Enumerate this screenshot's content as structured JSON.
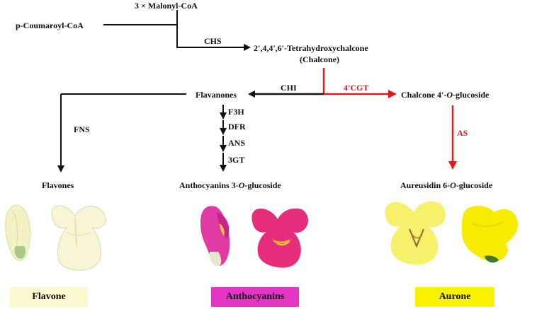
{
  "compounds": {
    "malonyl": "3 × Malonyl-CoA",
    "coumaroyl": "p-Coumaroyl-CoA",
    "chalcone_line1": "2',4,4',6'-Tetrahydroxychalcone",
    "chalcone_line2": "(Chalcone)",
    "flavanones": "Flavanones",
    "chalcone_glucoside_a": "Chalcone 4'-",
    "chalcone_glucoside_o": "O",
    "chalcone_glucoside_b": "-glucoside",
    "flavones": "Flavones",
    "antho_a": "Anthocyanins 3-",
    "antho_o": "O",
    "antho_b": "-glucoside",
    "aureusidin_a": "Aureusidin 6-",
    "aureusidin_o": "O",
    "aureusidin_b": "-glucoside"
  },
  "enzymes": {
    "chs": "CHS",
    "chi": "CHI",
    "cgt": "4'CGT",
    "fns": "FNS",
    "f3h": "F3H",
    "dfr": "DFR",
    "ans": "ANS",
    "gt3": "3GT",
    "as": "AS"
  },
  "legend": {
    "flavone": "Flavone",
    "anthocyanins": "Anthocyanins",
    "aurone": "Aurone"
  },
  "colors": {
    "black_arrow": "#111111",
    "red_arrow": "#e0191c",
    "flavone_box": "#fbf7cf",
    "anthocyanins_box": "#e535c4",
    "aurone_box": "#fbf200"
  }
}
